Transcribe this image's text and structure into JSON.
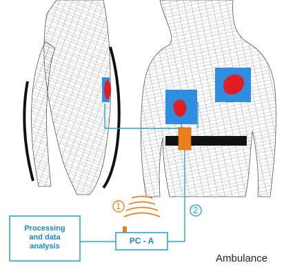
{
  "labels": {
    "marker1": "1",
    "marker2": "2",
    "processing_box": "Processing and data analysis",
    "processing_line1": "Processing",
    "processing_line2": "and data",
    "processing_line3": "analysis",
    "pc_box": "PC - A",
    "ambulance": "Ambulance"
  },
  "colors": {
    "wire": "#2aa3d6",
    "electrode_pad": "#2f8ee0",
    "heart_region": "#e11d24",
    "belt": "#111111",
    "device": "#e8801f",
    "mesh": "#6b6b6b"
  }
}
